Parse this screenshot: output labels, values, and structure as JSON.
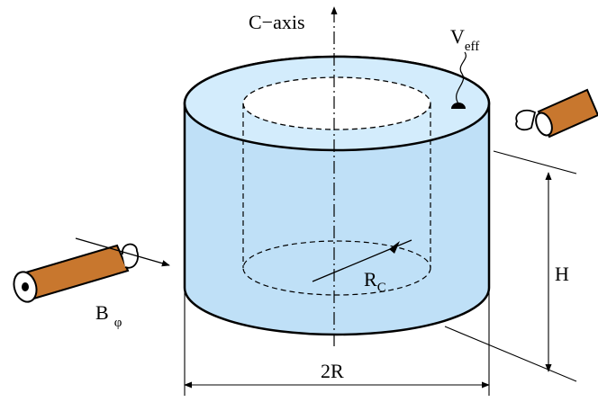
{
  "labels": {
    "c_axis": "C−axis",
    "v_main": "V",
    "v_sub": "eff",
    "r_main": "R",
    "r_sub": "C",
    "b_main": "B",
    "b_sub": "φ",
    "height": "H",
    "diameter": "2R"
  },
  "colors": {
    "cylinder_fill": "#bfe0f7",
    "cylinder_top": "#d3ecfc",
    "rod_fill": "#c8772e",
    "outline": "#000000"
  }
}
